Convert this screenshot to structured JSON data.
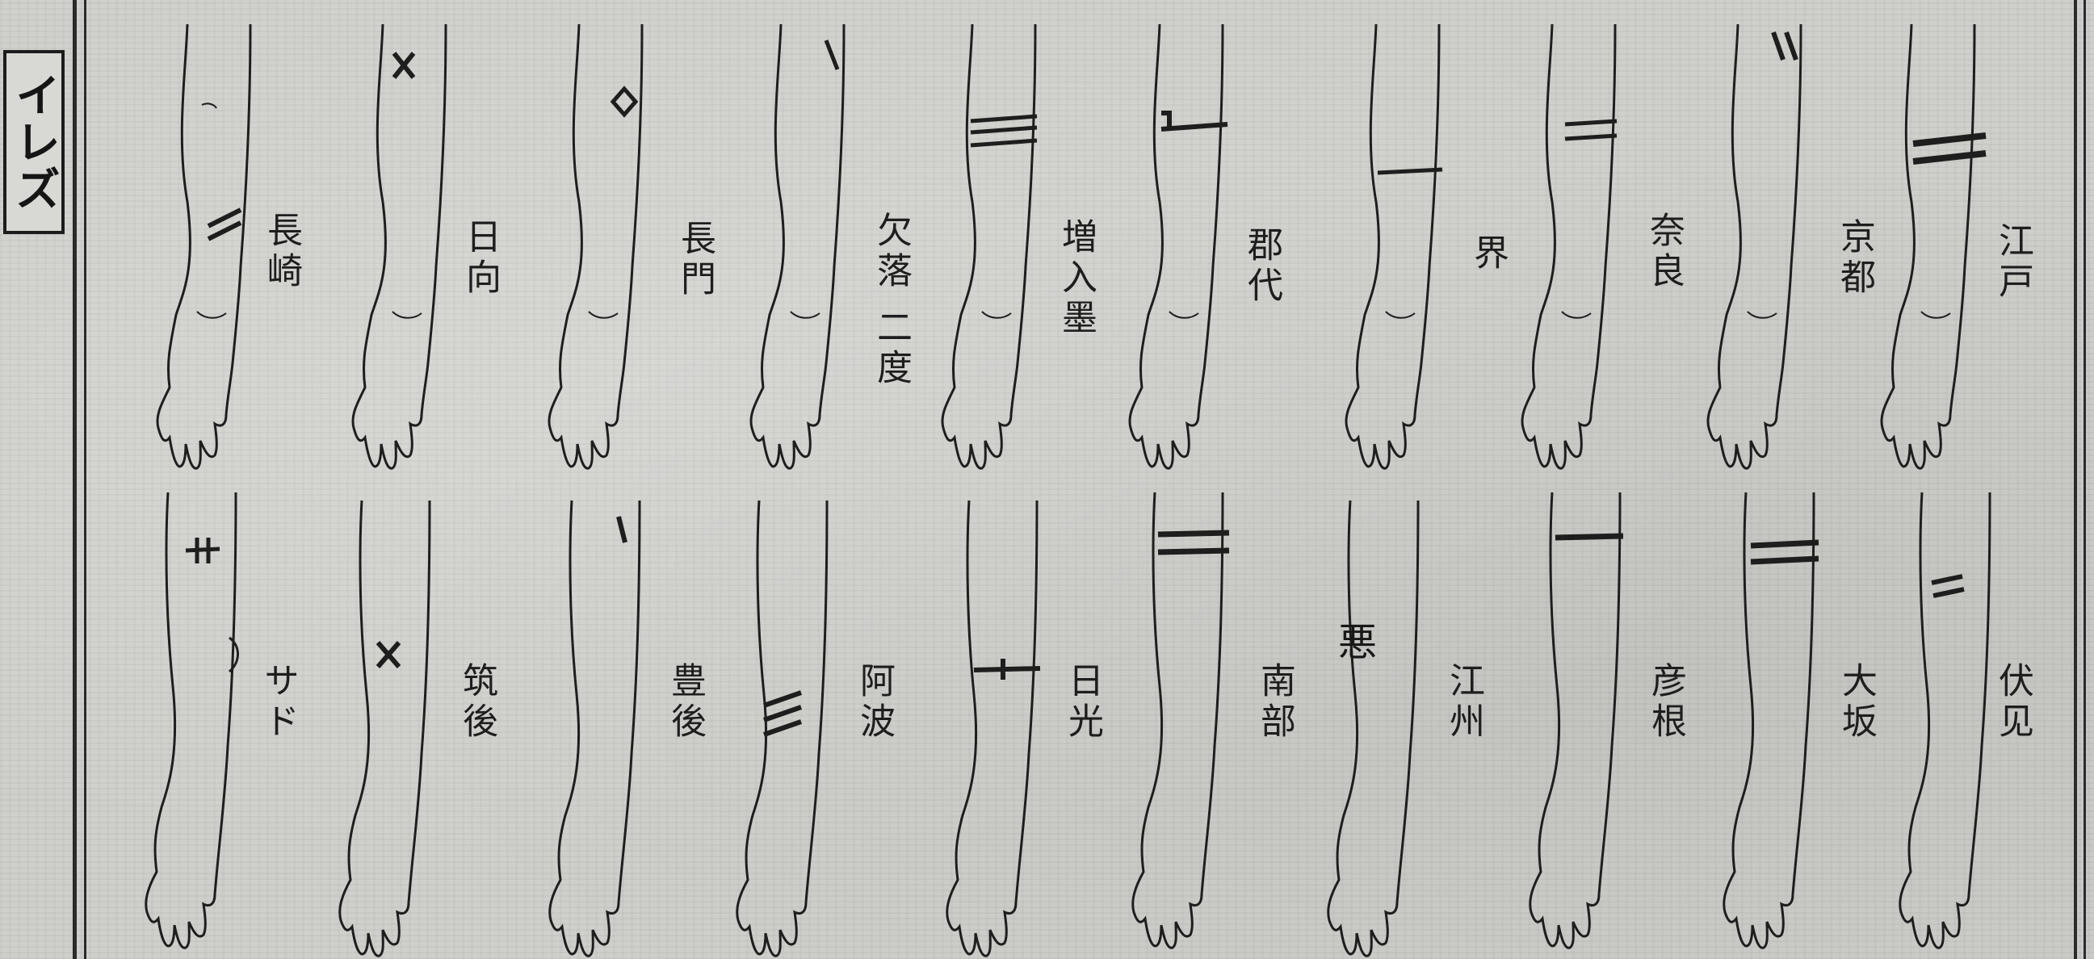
{
  "section_title": "イレズ",
  "tattoo_labels": {
    "row1": [
      "長崎",
      "日向",
      "長門",
      "欠落 二度",
      "増入墨",
      "郡代",
      "界",
      "奈良",
      "京都",
      "江戸"
    ],
    "row2": [
      "サド",
      "筑後",
      "豊後",
      "阿波",
      "日光",
      "南部",
      "江州",
      "彦根",
      "大坂",
      "伏见"
    ]
  },
  "arm_glyph": "悪",
  "colors": {
    "ink": "#1e1e1e",
    "paper": "#cfcfcb"
  }
}
